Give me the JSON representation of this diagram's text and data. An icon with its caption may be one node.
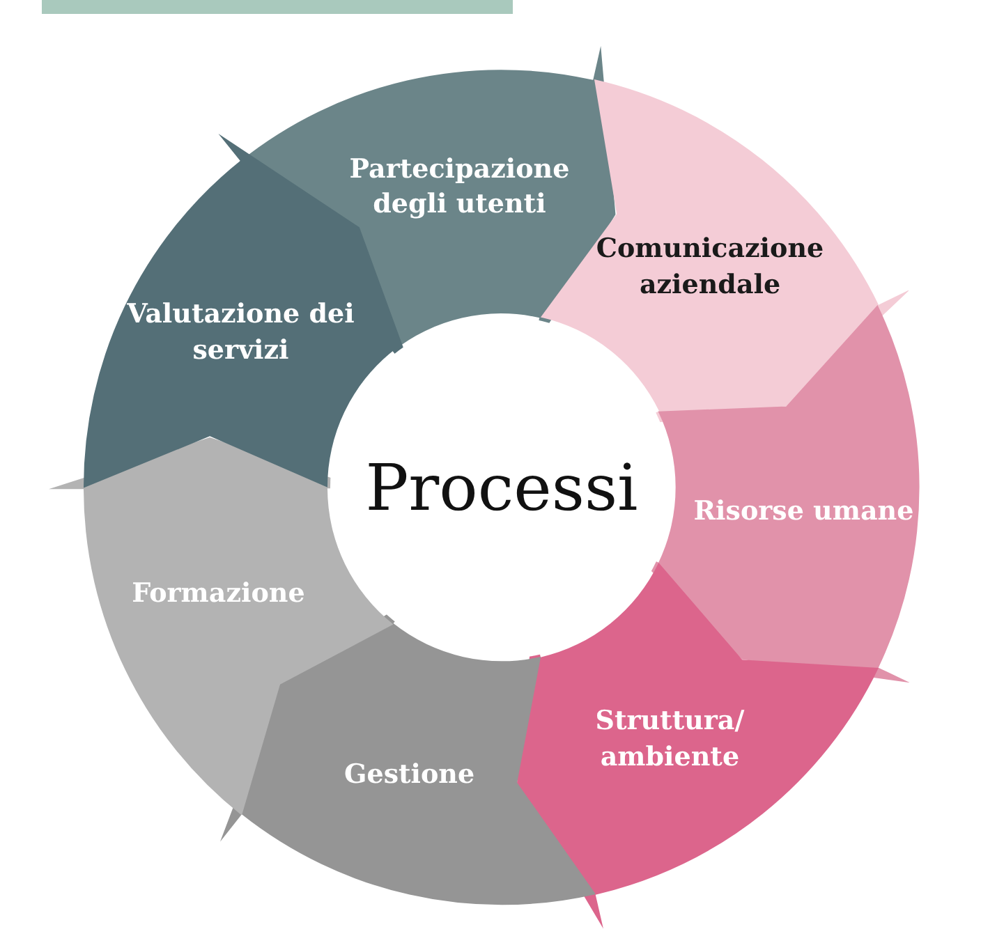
{
  "diagram": {
    "nodes": [
      {
        "text": [
          "Processi"
        ]
      },
      {
        "text": [
          "Partecipazione degli utenti"
        ]
      },
      {
        "text": [
          "Comunicazione aziendale"
        ]
      },
      {
        "text": [
          "Risorse umane"
        ]
      },
      {
        "text": [
          "Struttura/ ambiente"
        ]
      },
      {
        "text": [
          "Gestione"
        ]
      },
      {
        "text": [
          "Formazione"
        ]
      },
      {
        "text": [
          "Valutazione dei servizi"
        ]
      }
    ]
  }
}
